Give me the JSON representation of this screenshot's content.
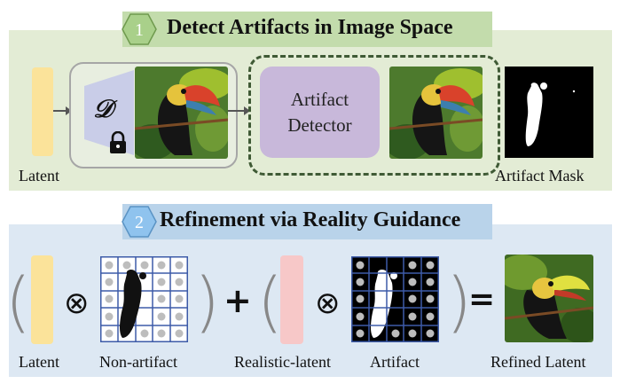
{
  "step1": {
    "number": "1",
    "title": "Detect Artifacts in Image Space"
  },
  "step2": {
    "number": "2",
    "title": "Refinement via Reality Guidance"
  },
  "decoder": {
    "symbol": "𝒟"
  },
  "detector": {
    "label_line1": "Artifact",
    "label_line2": "Detector"
  },
  "labels": {
    "latent_top": "Latent",
    "artifact_mask": "Artifact Mask",
    "latent_bottom": "Latent",
    "non_artifact": "Non-artifact",
    "realistic_latent": "Realistic-latent",
    "artifact": "Artifact",
    "refined_latent": "Refined Latent"
  },
  "operators": {
    "otimes": "⊗",
    "plus": "+",
    "equals": "="
  },
  "colors": {
    "panel1_bg": "#e3ecd5",
    "panel1_banner": "#c3dcac",
    "hex1": "#a9d08a",
    "panel2_bg": "#dde8f3",
    "panel2_banner": "#b9d3ea",
    "hex2": "#8fc3ee",
    "latent": "#fbe39a",
    "realistic_latent": "#f7c8c8",
    "detector": "#c8b8da"
  }
}
